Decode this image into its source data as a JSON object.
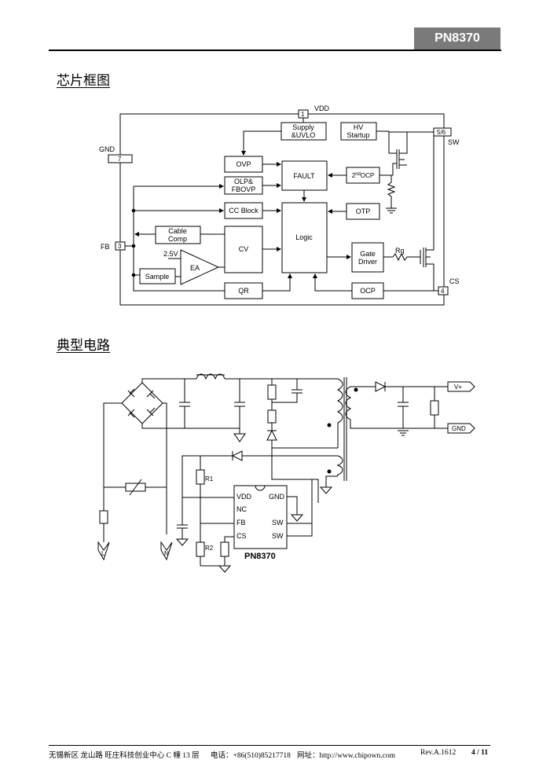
{
  "header": {
    "part_number": "PN8370"
  },
  "sections": {
    "block_diagram_title": "芯片框图",
    "typical_circuit_title": "典型电路"
  },
  "block_diagram": {
    "pins": {
      "vdd_num": "1",
      "vdd": "VDD",
      "sw_num": "5/6",
      "sw": "SW",
      "gnd_num": "7",
      "gnd": "GND",
      "fb_num": "3",
      "fb": "FB",
      "cs_num": "4",
      "cs": "CS"
    },
    "blocks": {
      "supply_l1": "Supply",
      "supply_l2": "&UVLO",
      "hv_l1": "HV",
      "hv_l2": "Startup",
      "ovp": "OVP",
      "olp_l1": "OLP&",
      "olp_l2": "FBOVP",
      "fault": "FAULT",
      "ocp2_prefix": "2",
      "ocp2_sup": "nd",
      "ocp2_suffix": "OCP",
      "ccblock": "CC Block",
      "otp": "OTP",
      "cable_l1": "Cable",
      "cable_l2": "Comp",
      "cv": "CV",
      "logic": "Logic",
      "ea": "EA",
      "vref": "2.5V",
      "sample": "Sample",
      "gate_l1": "Gate",
      "gate_l2": "Driver",
      "rg": "Rg",
      "qr": "QR",
      "ocp": "OCP"
    }
  },
  "typical_circuit": {
    "chip": {
      "vdd": "VDD",
      "gnd": "GND",
      "nc": "NC",
      "fb": "FB",
      "sw1": "SW",
      "cs": "CS",
      "sw2": "SW",
      "name": "PN8370"
    },
    "r1": "R1",
    "r2": "R2",
    "line": "L",
    "neutral": "N",
    "vplus": "V+",
    "gnd_out": "GND"
  },
  "footer": {
    "address": "无锡新区  龙山路  旺庄科技创业中心 C 幢 13 层",
    "phone": "电话：+86(510)85217718",
    "website": "网址：http://www.chipown.com",
    "revision": "Rev.A.1612",
    "page": "4 / 11"
  }
}
